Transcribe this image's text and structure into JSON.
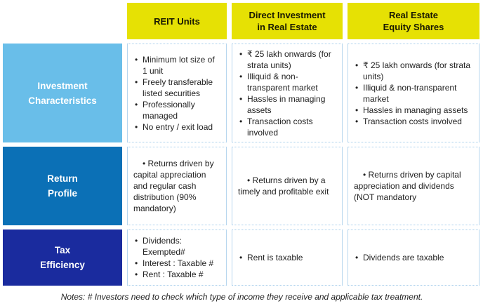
{
  "colors": {
    "header_bg": "#e6e104",
    "row1_bg": "#69bee9",
    "row2_bg": "#0b70b6",
    "row3_bg": "#1a2b9e",
    "cell_border": "#b7d6ee"
  },
  "headers": {
    "reit": "REIT Units",
    "direct": "Direct Investment\nin Real Estate",
    "equity": "Real Estate\nEquity Shares"
  },
  "row_labels": {
    "investment": "Investment\nCharacteristics",
    "return": "Return\nProfile",
    "tax": "Tax\nEfficiency"
  },
  "cells": {
    "investment_reit": [
      "Minimum lot size of 1 unit",
      "Freely transferable listed securities",
      "Professionally managed",
      "No entry / exit load"
    ],
    "investment_direct": [
      "₹ 25 lakh onwards (for strata units)",
      "Illiquid & non-transparent market",
      "Hassles in managing assets",
      "Transaction costs involved"
    ],
    "investment_equity": [
      "₹ 25 lakh onwards (for strata units)",
      "Illiquid & non-transparent market",
      "Hassles in managing assets",
      "Transaction costs involved"
    ],
    "return_reit": [
      "Returns driven by capital appreciation and regular cash distribution (90% mandatory)"
    ],
    "return_direct": [
      "Returns driven by a timely and profitable exit"
    ],
    "return_equity": [
      "Returns driven by capital appreciation and dividends (NOT mandatory"
    ],
    "tax_reit": [
      "Dividends: Exempted#",
      "Interest : Taxable #",
      "Rent : Taxable #"
    ],
    "tax_direct": [
      "Rent is taxable"
    ],
    "tax_equity": [
      "Dividends are taxable"
    ]
  },
  "notes": "Notes: # Investors need to check which type of income they receive and applicable tax treatment."
}
